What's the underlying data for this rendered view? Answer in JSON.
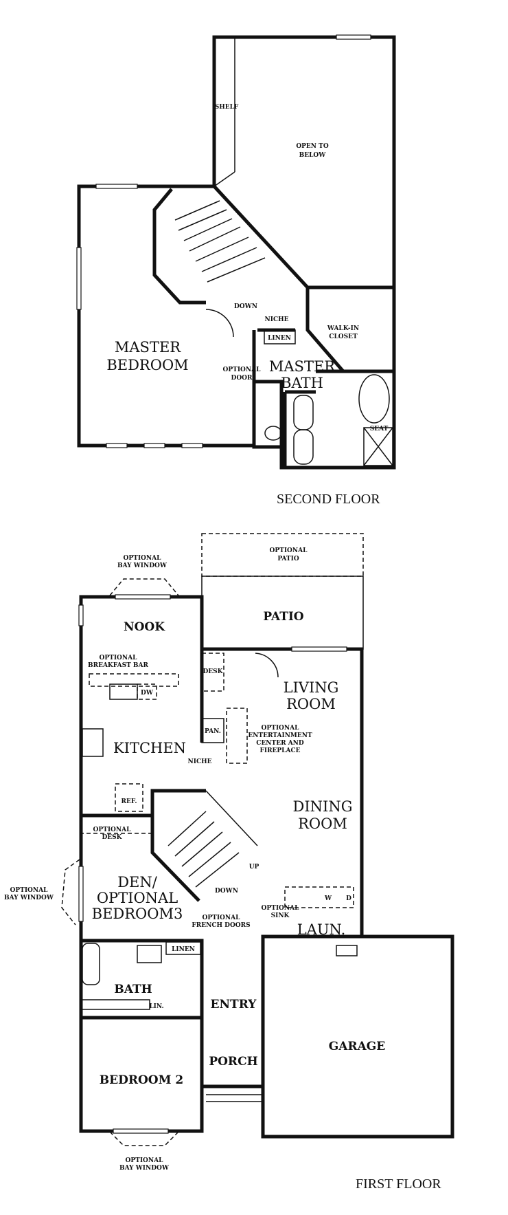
{
  "second_floor": {
    "title": "SECOND FLOOR",
    "labels": {
      "shelf": "SHELF",
      "open_to_below_1": "OPEN TO",
      "open_to_below_2": "BELOW",
      "master_bedroom_1": "MASTER",
      "master_bedroom_2": "BEDROOM",
      "down": "DOWN",
      "niche": "NICHE",
      "linen": "LINEN",
      "walkin_1": "WALK-IN",
      "walkin_2": "CLOSET",
      "optional_door_1": "OPTIONAL",
      "optional_door_2": "DOOR",
      "master_bath_1": "MASTER",
      "master_bath_2": "BATH",
      "seat": "SEAT"
    }
  },
  "first_floor": {
    "title": "FIRST FLOOR",
    "labels": {
      "optional_patio_1": "OPTIONAL",
      "optional_patio_2": "PATIO",
      "bay_top_1": "OPTIONAL",
      "bay_top_2": "BAY WINDOW",
      "nook": "NOOK",
      "patio": "PATIO",
      "breakfast_1": "OPTIONAL",
      "breakfast_2": "BREAKFAST BAR",
      "dw": "DW",
      "desk": "DESK",
      "living_1": "LIVING",
      "living_2": "ROOM",
      "pan": "PAN.",
      "ent_1": "OPTIONAL",
      "ent_2": "ENTERTAINMENT",
      "ent_3": "CENTER AND",
      "ent_4": "FIREPLACE",
      "kitchen": "KITCHEN",
      "niche": "NICHE",
      "ref": "REF.",
      "dining_1": "DINING",
      "dining_2": "ROOM",
      "opt_desk_1": "OPTIONAL",
      "opt_desk_2": "DESK",
      "up": "UP",
      "down": "DOWN",
      "bay_left_1": "OPTIONAL",
      "bay_left_2": "BAY WINDOW",
      "den_1": "DEN/",
      "den_2": "OPTIONAL",
      "den_3": "BEDROOM3",
      "french_1": "OPTIONAL",
      "french_2": "FRENCH DOORS",
      "sink_1": "OPTIONAL",
      "sink_2": "SINK",
      "w": "W",
      "d": "D",
      "laun": "LAUN.",
      "linen": "LINEN",
      "bath": "BATH",
      "lin": "LIN.",
      "entry": "ENTRY",
      "garage": "GARAGE",
      "porch": "PORCH",
      "bedroom2": "BEDROOM 2",
      "bay_bottom_1": "OPTIONAL",
      "bay_bottom_2": "BAY WINDOW"
    }
  }
}
